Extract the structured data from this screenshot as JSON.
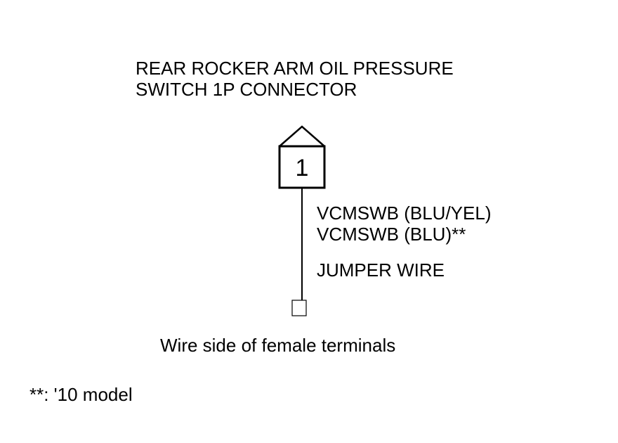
{
  "connector": {
    "title_line1": "REAR ROCKER ARM OIL PRESSURE",
    "title_line2": "SWITCH 1P CONNECTOR",
    "pin_number": "1"
  },
  "wire": {
    "label_line1": "VCMSWB (BLU/YEL)",
    "label_line2": "VCMSWB (BLU)**",
    "jumper_label": "JUMPER WIRE"
  },
  "caption": "Wire side of female terminals",
  "footnote": "**: '10 model",
  "colors": {
    "line": "#000000",
    "background": "#ffffff"
  }
}
